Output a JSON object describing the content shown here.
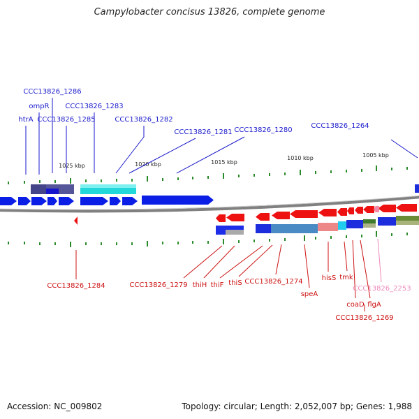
{
  "title": "Campylobacter concisus 13826, complete genome",
  "footer": {
    "accession": "Accession: NC_009802",
    "summary": "Topology: circular; Length: 2,052,007 bp; Genes: 1,988"
  },
  "colors": {
    "upper_label": "#1a1acc",
    "lower_label": "#cc1111",
    "pink_label": "#ee88bb",
    "tick": "#2a8a2a",
    "backbone": "#808080",
    "forward_gene": "#0a1ee6",
    "reverse_gene": "#ee1111"
  },
  "ruler_labels": [
    "1025 kbp",
    "1020 kbp",
    "1015 kbp",
    "1010 kbp",
    "1005 kbp"
  ],
  "upper_labels": [
    "CCC13826_1286",
    "ompR",
    "CCC13826_1283",
    "htrA",
    "CCC13826_1285",
    "CCC13826_1282",
    "CCC13826_1281",
    "CCC13826_1280",
    "CCC13826_1264"
  ],
  "lower_labels": [
    "CCC13826_1284",
    "CCC13826_1279",
    "thiH",
    "thiF",
    "thiS",
    "CCC13826_1274",
    "speA",
    "hisS",
    "tmk",
    "CCC13826_2253",
    "coaD",
    "flgA",
    "CCC13826_1269"
  ]
}
